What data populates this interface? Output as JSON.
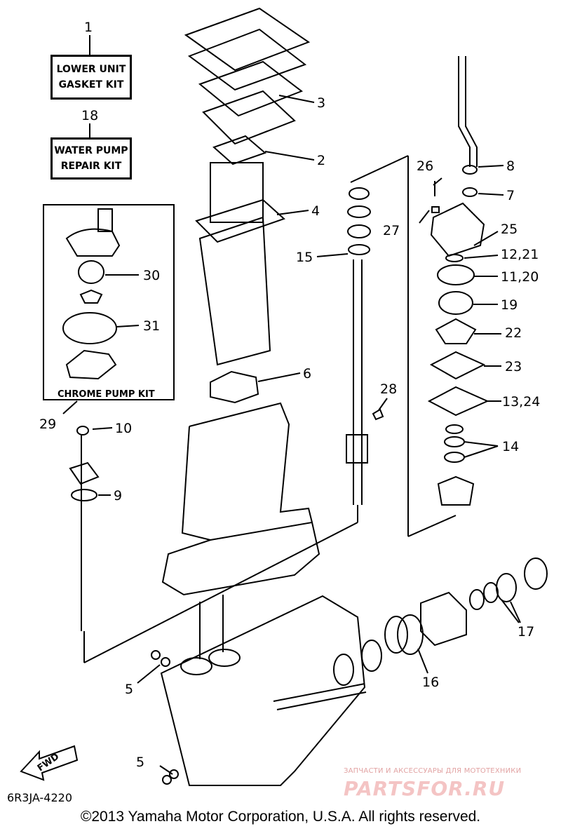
{
  "kits": {
    "lower_unit": {
      "ref": "1",
      "line1": "LOWER UNIT",
      "line2": "GASKET KIT"
    },
    "water_pump": {
      "ref": "18",
      "line1": "WATER PUMP",
      "line2": "REPAIR KIT"
    },
    "chrome_pump": {
      "ref": "29",
      "label": "CHROME PUMP KIT"
    }
  },
  "callouts": {
    "c2": "2",
    "c3": "3",
    "c4": "4",
    "c5a": "5",
    "c5b": "5",
    "c6": "6",
    "c7": "7",
    "c8": "8",
    "c9": "9",
    "c10": "10",
    "c11_20": "11,20",
    "c12_21": "12,21",
    "c13_24": "13,24",
    "c14": "14",
    "c15": "15",
    "c16": "16",
    "c17": "17",
    "c19": "19",
    "c22": "22",
    "c23": "23",
    "c25": "25",
    "c26": "26",
    "c27": "27",
    "c28": "28",
    "c30": "30",
    "c31": "31"
  },
  "fwd_label": "FWD",
  "diagram_code": "6R3JA-4220",
  "copyright": "©2013 Yamaha Motor Corporation, U.S.A. All rights reserved.",
  "watermark": {
    "tagline": "ЗАПЧАСТИ И АКСЕССУАРЫ ДЛЯ МОТОТЕХНИКИ",
    "logo": "PARTSFOR.RU"
  }
}
